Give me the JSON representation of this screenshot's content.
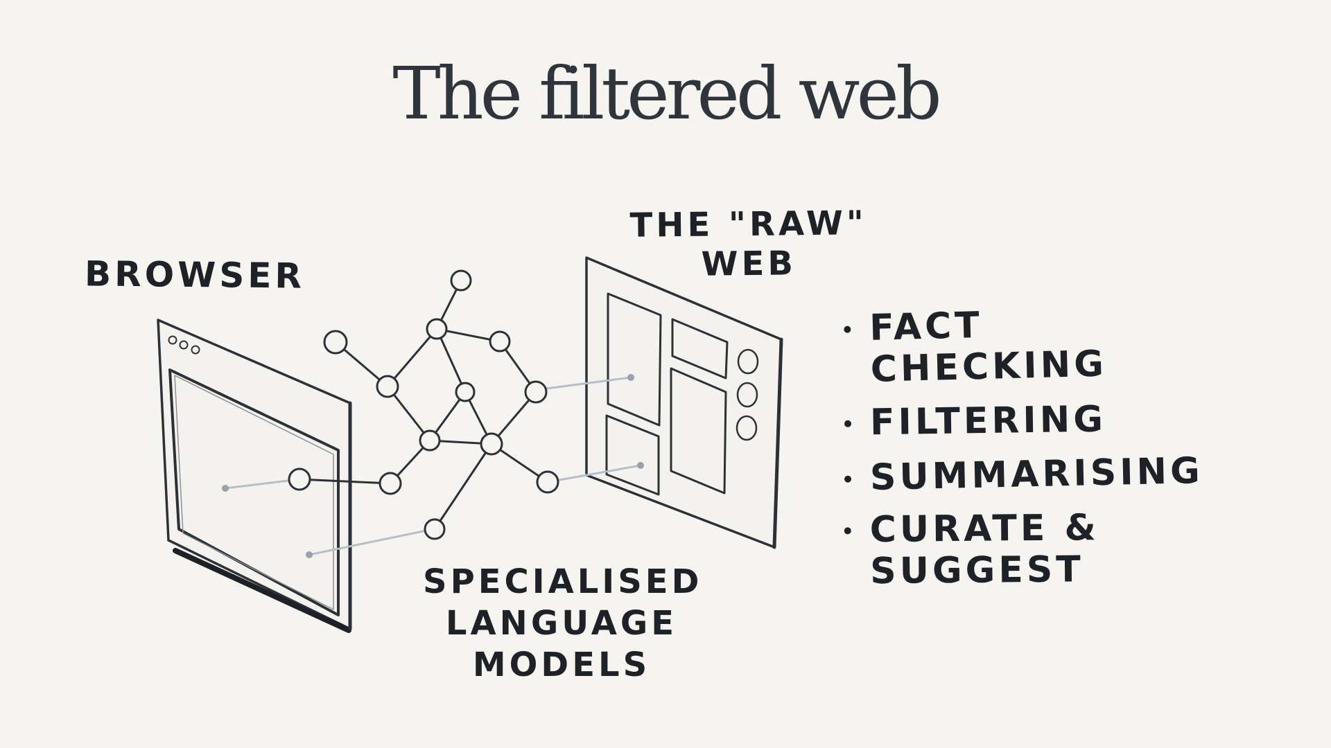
{
  "slide": {
    "title": "The filtered web"
  },
  "diagram": {
    "browser_label": "BROWSER",
    "raw_web_label_line1": "THE \"RAW\"",
    "raw_web_label_line2": "WEB",
    "model_label_line1": "SPECIALISED",
    "model_label_line2": "LANGUAGE",
    "model_label_line3": "MODELS"
  },
  "functions": [
    "FACT CHECKING",
    "FILTERING",
    "SUMMARISING",
    "CURATE & SUGGEST"
  ],
  "colors": {
    "background": "#f5f4f0",
    "ink": "#1e2226",
    "title": "#2f353b",
    "connector": "#b8bec6"
  }
}
